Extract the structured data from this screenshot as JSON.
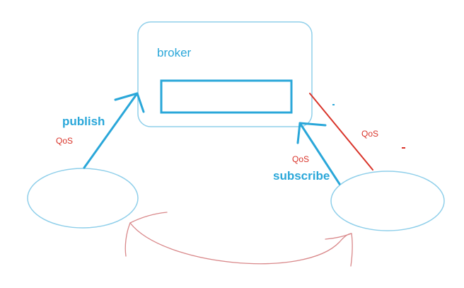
{
  "diagram": {
    "broker_label": "broker",
    "publish_label": "publish",
    "subscribe_label": "subscribe",
    "qos_publish": "QoS",
    "qos_subscribe": "QoS",
    "qos_subscriber_ack": "QoS"
  },
  "colors": {
    "blue": "#2aa7d9",
    "red": "#d9342a",
    "pink_arc": "#d9888a",
    "outline": "#8fcfea"
  }
}
